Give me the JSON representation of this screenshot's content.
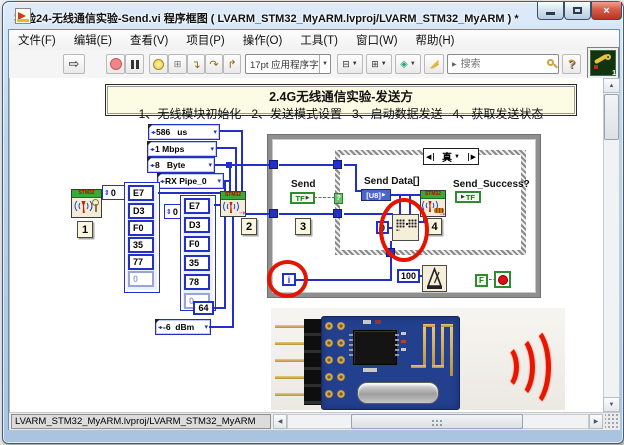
{
  "window": {
    "title": "实验24-无线通信实验-Send.vi 程序框图 ( LVARM_STM32_MyARM.lvproj/LVARM_STM32_MyARM ) *"
  },
  "menu": {
    "items": [
      "文件(F)",
      "编辑(E)",
      "查看(V)",
      "项目(P)",
      "操作(O)",
      "工具(T)",
      "窗口(W)",
      "帮助(H)"
    ]
  },
  "toolbar": {
    "font_selector": "17pt 应用程序字体",
    "search_placeholder": "搜索",
    "help_label": "?"
  },
  "banner": {
    "title": "2.4G无线通信实验-发送方",
    "steps": "1、无线模块初始化   2、发送模式设置   3、启动数据发送   4、获取发送状态"
  },
  "diagram": {
    "subvi_banner": "STM32",
    "rings": {
      "auto_retry_delay": "586   us",
      "data_rate": "1 Mbps",
      "payload_length": "8   Byte",
      "rx_pipe": "RX Pipe_0",
      "tx_power": "-6  dBm"
    },
    "address_array_1": {
      "index": "0",
      "cells": [
        "E7",
        "D3",
        "F0",
        "35",
        "77",
        "0"
      ]
    },
    "address_array_2": {
      "index": "0",
      "cells": [
        "E7",
        "D3",
        "F0",
        "35",
        "78",
        "0"
      ]
    },
    "constants": {
      "channel": "64",
      "element_index": "0",
      "wait_ms": "100",
      "stop_false": "F"
    },
    "step_labels": [
      "1",
      "2",
      "3",
      "4"
    ],
    "loop_iteration": "i",
    "case_selector": "真",
    "send_control": {
      "label": "Send",
      "bool_text": "TF"
    },
    "send_data": {
      "label": "Send Data[]",
      "type_text": "[U8]"
    },
    "send_success": {
      "label": "Send_Success?",
      "bool_text": "TF"
    }
  },
  "statusbar": {
    "project_path": "LVARM_STM32_MyARM.lvproj/LVARM_STM32_MyARM"
  },
  "colors": {
    "wire_blue": "#2230C8",
    "boolean_green": "#2E8B2E",
    "loop_gray": "#8F8F8F",
    "annotation_red": "#E51400",
    "banner_bg": "#FCFBE3",
    "pcb_blue": "#23408E"
  }
}
